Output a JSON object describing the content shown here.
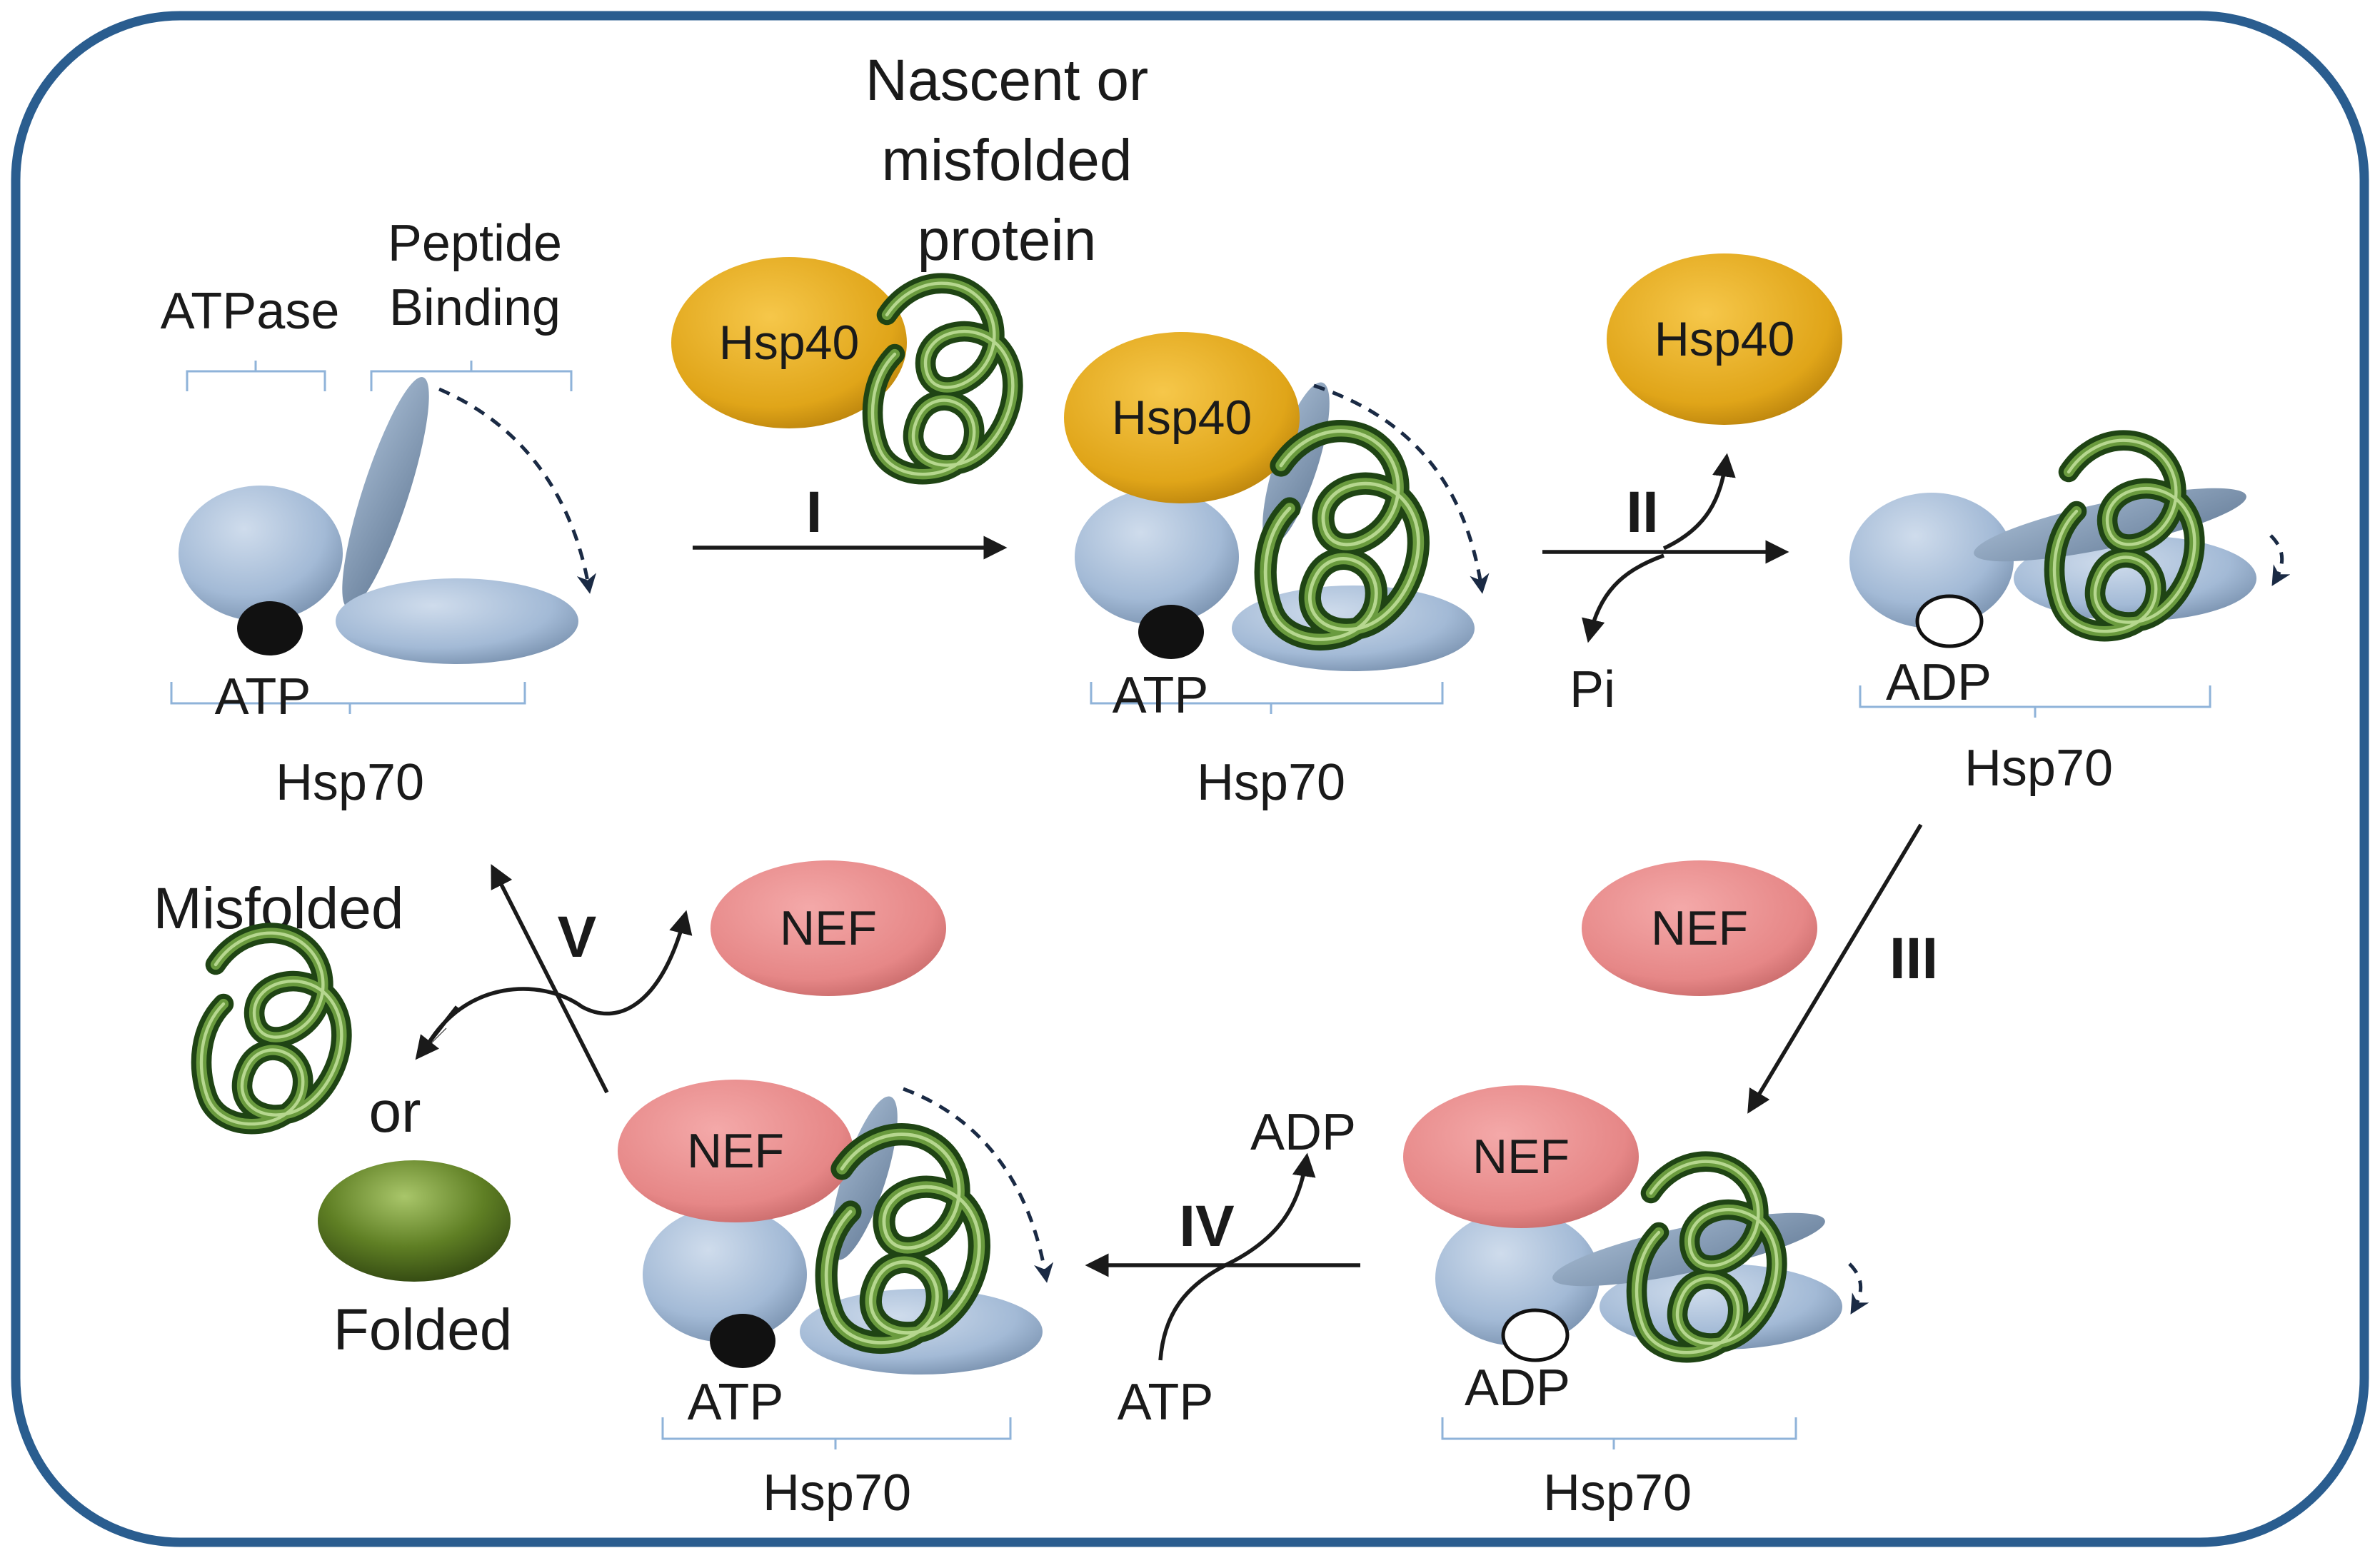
{
  "labels": {
    "nascent": [
      "Nascent or",
      "misfolded",
      "protein"
    ],
    "atpase": "ATPase",
    "peptide_binding": [
      "Peptide",
      "Binding"
    ],
    "hsp70": "Hsp70",
    "hsp40": "Hsp40",
    "nef": "NEF",
    "atp": "ATP",
    "adp": "ADP",
    "pi": "Pi",
    "misfolded": "Misfolded",
    "or": "or",
    "folded": "Folded"
  },
  "steps": [
    "I",
    "II",
    "III",
    "IV",
    "V"
  ],
  "colors": {
    "frame": "#2a5d8f",
    "domain_fill": "#a9c0db",
    "lid_fill": "#7f97b1",
    "hsp40_fill": "#e2a81c",
    "nef_fill": "#e68a8a",
    "coil_dark": "#1f4414",
    "coil_light": "#6a9b3e",
    "folded_fill": "#5e7d22",
    "atp_fill": "#111111",
    "adp_fill": "#ffffff"
  }
}
